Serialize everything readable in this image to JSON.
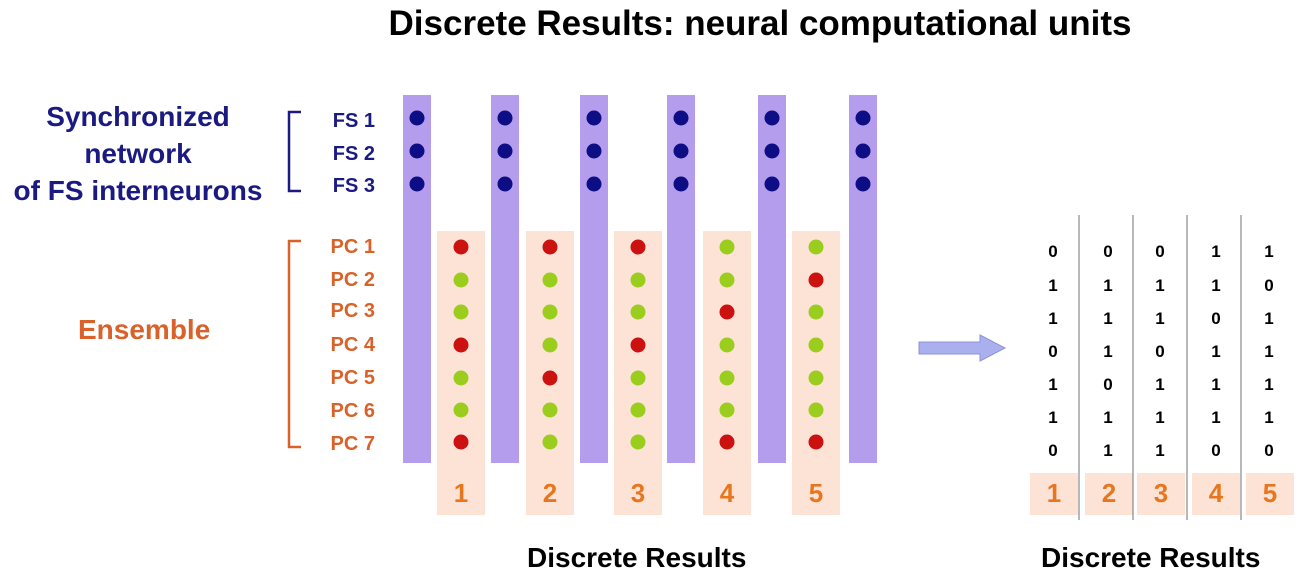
{
  "title": "Discrete Results: neural computational units",
  "network_label": [
    "Synchronized",
    "network",
    "of FS interneurons"
  ],
  "ensemble_label": "Ensemble",
  "fs_rows": [
    "FS 1",
    "FS 2",
    "FS 3"
  ],
  "pc_rows": [
    "PC 1",
    "PC 2",
    "PC 3",
    "PC 4",
    "PC 5",
    "PC 6",
    "PC 7"
  ],
  "columns": [
    "1",
    "2",
    "3",
    "4",
    "5"
  ],
  "pc_states": [
    [
      0,
      1,
      1,
      0,
      1,
      1,
      0
    ],
    [
      0,
      1,
      1,
      1,
      0,
      1,
      1
    ],
    [
      0,
      1,
      1,
      0,
      1,
      1,
      1
    ],
    [
      1,
      1,
      0,
      1,
      1,
      1,
      0
    ],
    [
      1,
      0,
      1,
      1,
      1,
      1,
      0
    ]
  ],
  "results_label_left": "Discrete Results",
  "results_label_right": "Discrete Results",
  "colors": {
    "fs_bar": "#b39dec",
    "fs_dot": "#0d0d85",
    "pc_panel": "#fde3d6",
    "active_dot": "#9acd1e",
    "inactive_dot": "#cc1111",
    "arrow": "#aab0ee"
  }
}
